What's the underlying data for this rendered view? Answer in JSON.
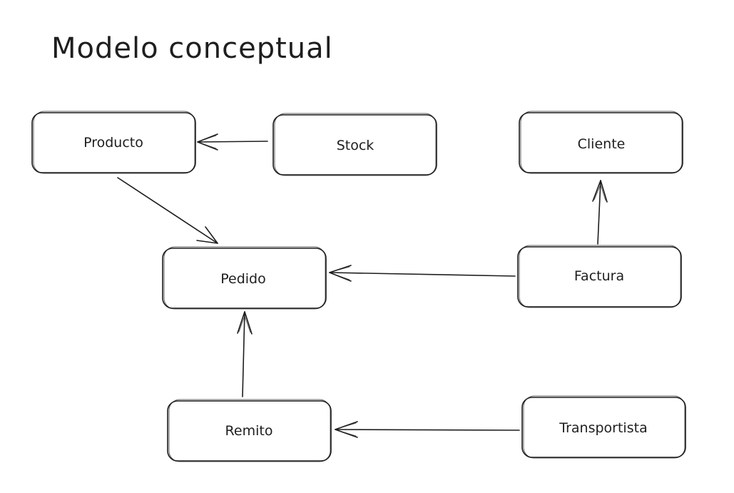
{
  "title": "Modelo conceptual",
  "colors": {
    "stroke": "#1e1e1e",
    "background": "#ffffff"
  },
  "entities": {
    "producto": "Producto",
    "stock": "Stock",
    "cliente": "Cliente",
    "pedido": "Pedido",
    "factura": "Factura",
    "remito": "Remito",
    "transportista": "Transportista"
  },
  "relationships": [
    {
      "from": "stock",
      "to": "producto"
    },
    {
      "from": "producto",
      "to": "pedido"
    },
    {
      "from": "factura",
      "to": "pedido"
    },
    {
      "from": "factura",
      "to": "cliente"
    },
    {
      "from": "remito",
      "to": "pedido"
    },
    {
      "from": "transportista",
      "to": "remito"
    }
  ]
}
